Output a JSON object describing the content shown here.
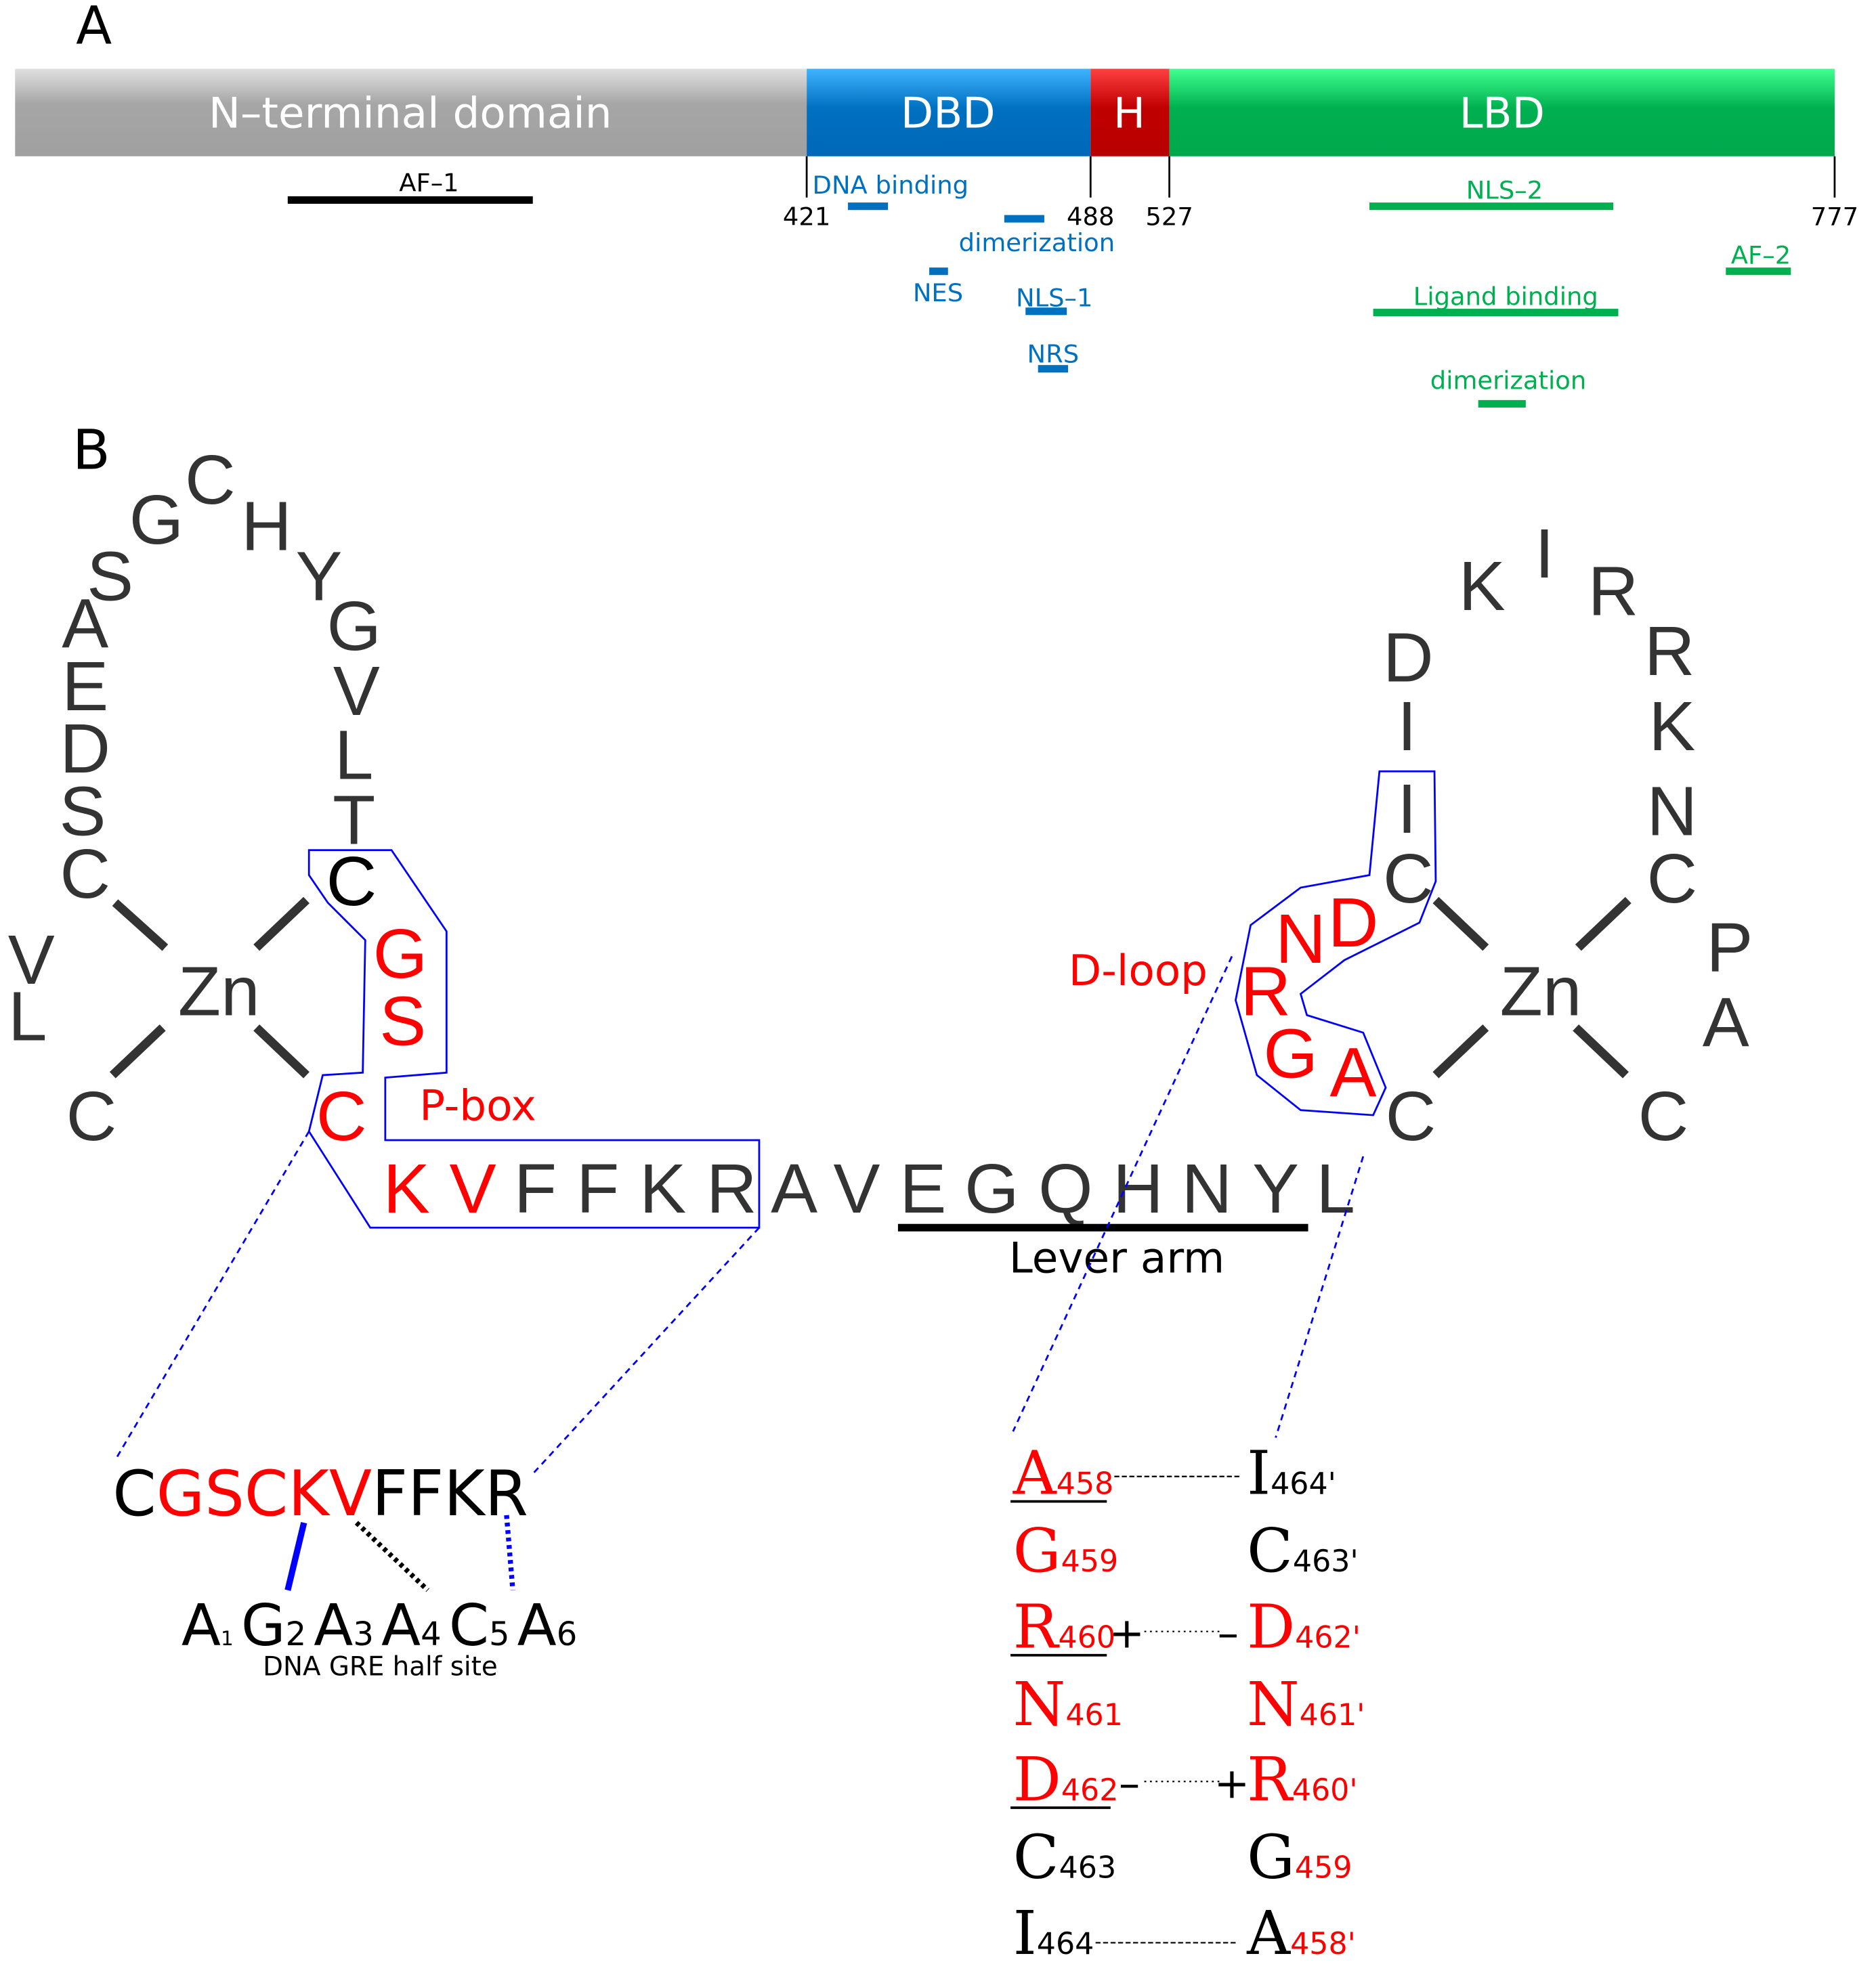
{
  "panel_a": {
    "label": "A",
    "domains": [
      "N–terminal domain",
      "DBD",
      "H",
      "LBD"
    ],
    "positions": [
      "421",
      "488",
      "527",
      "777"
    ],
    "af1": "AF–1",
    "dbd_features": [
      "DNA binding",
      "dimerization",
      "NES",
      "NLS–1",
      "NRS"
    ],
    "lbd_features": [
      "NLS–2",
      "AF–2",
      "Ligand binding",
      "dimerization"
    ],
    "colors": {
      "ntd": "#a6a6a6",
      "dbd": "#0070c0",
      "hinge": "#c00000",
      "lbd": "#00b050"
    }
  },
  "panel_b": {
    "label": "B",
    "left_loop": [
      "C",
      "S",
      "D",
      "E",
      "A",
      "S",
      "G",
      "C",
      "H",
      "Y",
      "G",
      "V",
      "L",
      "T",
      "C",
      "G",
      "S",
      "C",
      "C",
      "V",
      "L"
    ],
    "zn": "Zn",
    "sequence": [
      "K",
      "V",
      "F",
      "F",
      "K",
      "R",
      "A",
      "V",
      "E",
      "G",
      "Q",
      "H",
      "N",
      "Y",
      "L"
    ],
    "right_loop": [
      "D",
      "I",
      "I",
      "C",
      "K",
      "I",
      "R",
      "R",
      "K",
      "N",
      "C",
      "P",
      "A",
      "C",
      "C",
      "D",
      "N",
      "R",
      "G",
      "A"
    ],
    "pbox_label": "P-box",
    "dloop_label": "D-loop",
    "lever_arm": "Lever arm",
    "pbox_seq": {
      "a": "C",
      "b": "GSCKV",
      "c": "FFKR"
    },
    "dna": {
      "bases": [
        "A",
        "G",
        "A",
        "A",
        "C",
        "A"
      ],
      "idx": [
        "1",
        "2",
        "3",
        "4",
        "5",
        "6"
      ],
      "caption": "DNA GRE half site"
    },
    "dimer": {
      "left": [
        [
          "A",
          "458"
        ],
        [
          "G",
          "459"
        ],
        [
          "R",
          "460"
        ],
        [
          "N",
          "461"
        ],
        [
          "D",
          "462"
        ],
        [
          "C",
          "463"
        ],
        [
          "I",
          "464"
        ]
      ],
      "right": [
        [
          "I",
          "464'"
        ],
        [
          "C",
          "463'"
        ],
        [
          "D",
          "462'"
        ],
        [
          "N",
          "461'"
        ],
        [
          "R",
          "460'"
        ],
        [
          "G",
          "459"
        ],
        [
          "A",
          "458'"
        ]
      ],
      "plus": "+",
      "minus": "–"
    }
  }
}
